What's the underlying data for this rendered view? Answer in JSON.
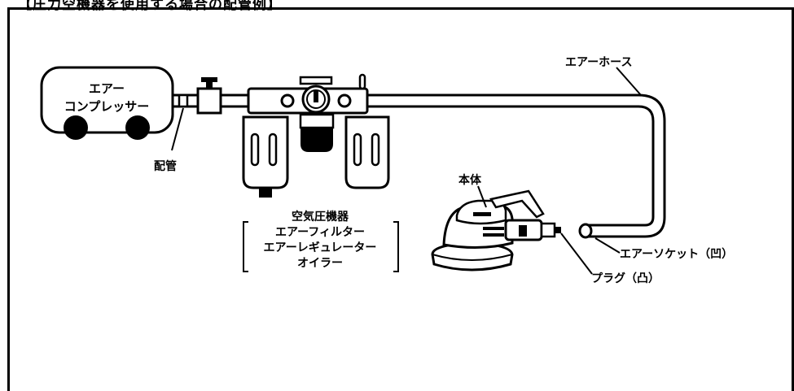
{
  "header": {
    "title": "【圧力空機器を使用する場合の配管例】"
  },
  "labels": {
    "compressor_line1": "エアー",
    "compressor_line2": "コンプレッサー",
    "piping": "配管",
    "air_hose": "エアーホース",
    "body": "本体",
    "air_equipment_title": "空気圧機器",
    "air_filter": "エアーフィルター",
    "air_regulator": "エアーレギュレーター",
    "oiler": "オイラー",
    "air_socket": "エアーソケット（凹）",
    "plug": "プラグ（凸）"
  }
}
